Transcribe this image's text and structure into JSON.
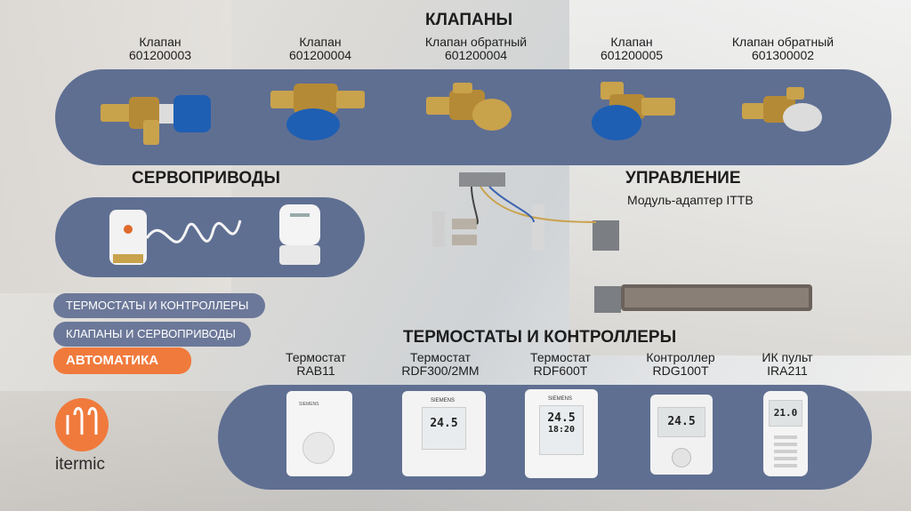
{
  "colors": {
    "panel": "#5f6f92",
    "pill": "#6c7899",
    "accent": "#f07a3c"
  },
  "valves_section": {
    "title": "КЛАПАНЫ",
    "items": [
      {
        "name": "Клапан",
        "code": "601200003",
        "icon": "valve-blue-angle"
      },
      {
        "name": "Клапан",
        "code": "601200004",
        "icon": "valve-blue-straight"
      },
      {
        "name": "Клапан обратный",
        "code": "601200004",
        "icon": "return-valve-brass"
      },
      {
        "name": "Клапан",
        "code": "601200005",
        "icon": "valve-blue-angle"
      },
      {
        "name": "Клапан обратный",
        "code": "601300002",
        "icon": "return-valve-brass"
      }
    ]
  },
  "servo_section": {
    "title": "СЕРВОПРИВОДЫ",
    "icons": [
      "servo-actuator-with-cable",
      "thermostatic-head"
    ]
  },
  "control_section": {
    "title": "УПРАВЛЕНИЕ",
    "subtitle": "Модуль-адаптер ITTB",
    "icons": [
      "wiring-diagram",
      "trench-convector"
    ]
  },
  "nav": {
    "items": [
      {
        "label": "ТЕРМОСТАТЫ И КОНТРОЛЛЕРЫ",
        "active": false
      },
      {
        "label": "КЛАПАНЫ И СЕРВОПРИВОДЫ",
        "active": false
      },
      {
        "label": "АВТОМАТИКА",
        "active": true
      }
    ]
  },
  "thermostats_section": {
    "title": "ТЕРМОСТАТЫ И КОНТРОЛЛЕРЫ",
    "items": [
      {
        "name": "Термостат",
        "code": "RAB11",
        "brand": "SIEMENS",
        "display": ""
      },
      {
        "name": "Термостат",
        "code": "RDF300/2MM",
        "brand": "SIEMENS",
        "display": "24.5"
      },
      {
        "name": "Термостат",
        "code": "RDF600T",
        "brand": "SIEMENS",
        "display": "24.5",
        "display2": "18:20"
      },
      {
        "name": "Контроллер",
        "code": "RDG100T",
        "brand": "",
        "display": "24.5"
      },
      {
        "name": "ИК пульт",
        "code": "IRA211",
        "brand": "",
        "display": "21.0"
      }
    ]
  },
  "logo": {
    "text": "itermic",
    "icon": "itermic-logo-icon"
  }
}
